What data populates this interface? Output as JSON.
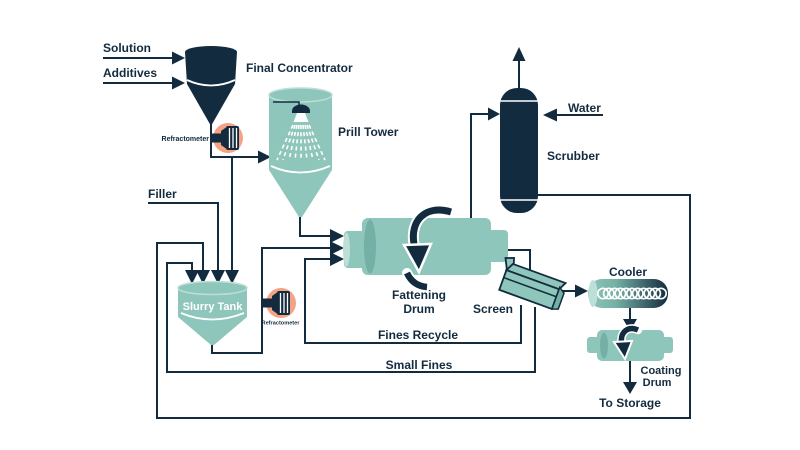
{
  "diagram": {
    "type": "process-flow-diagram",
    "labels": {
      "solution": "Solution",
      "additives": "Additives",
      "final_concentrator": "Final Concentrator",
      "refractometer_top": "Refractometer",
      "prill_tower": "Prill Tower",
      "filler": "Filler",
      "slurry_tank": "Slurry Tank",
      "refractometer_bottom": "Refractometer",
      "fattening_drum_1": "Fattening",
      "fattening_drum_2": "Drum",
      "screen": "Screen",
      "fines_recycle": "Fines Recycle",
      "small_fines": "Small Fines",
      "scrubber": "Scrubber",
      "water": "Water",
      "cooler": "Cooler",
      "coating_drum_1": "Coating",
      "coating_drum_2": "Drum",
      "to_storage": "To Storage"
    },
    "colors": {
      "navy": "#132b3e",
      "teal": "#8fc6bb",
      "teal_light": "#bcdfd7",
      "teal_shade": "#74b0a5",
      "orange": "#f4a385",
      "background": "#ffffff"
    }
  }
}
